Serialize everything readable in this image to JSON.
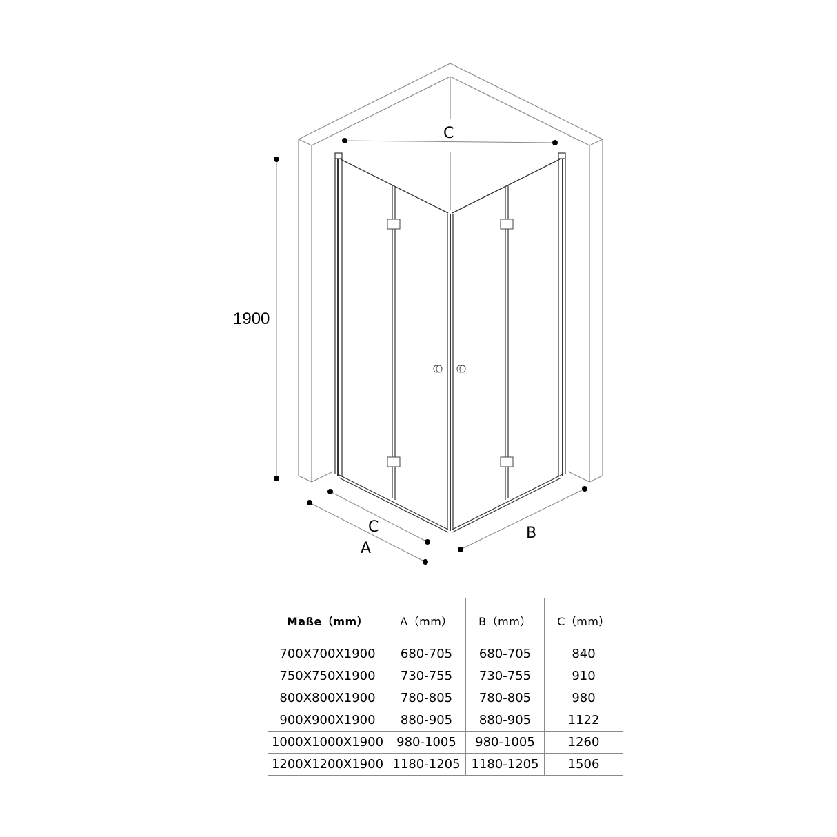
{
  "diagram": {
    "height_label": "1900",
    "top_diagonal_label": "C",
    "front_left_inner_label": "C",
    "front_left_outer_label": "A",
    "front_right_label": "B",
    "line_color": "#555555",
    "dim_line_color": "#888888",
    "dot_color": "#000000"
  },
  "table": {
    "headers": [
      "Maße（mm）",
      "A（mm）",
      "B（mm）",
      "C（mm）"
    ],
    "rows": [
      [
        "700X700X1900",
        "680-705",
        "680-705",
        "840"
      ],
      [
        "750X750X1900",
        "730-755",
        "730-755",
        "910"
      ],
      [
        "800X800X1900",
        "780-805",
        "780-805",
        "980"
      ],
      [
        "900X900X1900",
        "880-905",
        "880-905",
        "1122"
      ],
      [
        "1000X1000X1900",
        "980-1005",
        "980-1005",
        "1260"
      ],
      [
        "1200X1200X1900",
        "1180-1205",
        "1180-1205",
        "1506"
      ]
    ],
    "border_color": "#8a8a8a"
  }
}
